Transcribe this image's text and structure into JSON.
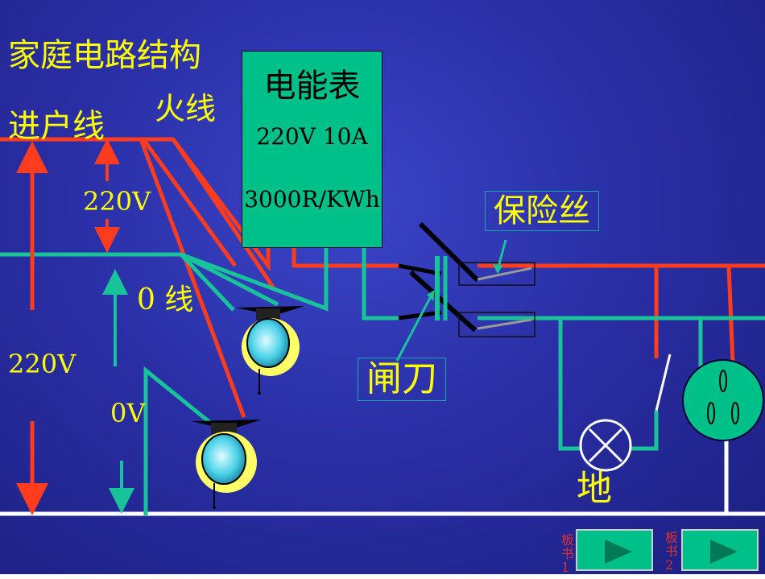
{
  "title": "家庭电路结构",
  "labels": {
    "incoming": "进户线",
    "live": "火线",
    "neutral": "0 线",
    "v_live_neutral": "220V",
    "v_live_ground": "220V",
    "v_neutral": "0V",
    "fuse": "保险丝",
    "knife_switch": "闸刀",
    "ground": "地"
  },
  "meter": {
    "title": "电能表",
    "rating": "220V  10A",
    "constant": "3000R/KWh"
  },
  "nav": {
    "prev_label": "板书1",
    "next_label": "板书2"
  },
  "colors": {
    "background": "#2a2fa6",
    "live_wire": "#ff3c1e",
    "neutral_wire": "#19c39a",
    "ground_wire": "#ffffff",
    "text": "#ffff00",
    "meter": "#00c08a"
  },
  "icons": [
    "bulb-icon",
    "lamp-icon",
    "socket-icon",
    "switch-icon",
    "play-icon"
  ]
}
